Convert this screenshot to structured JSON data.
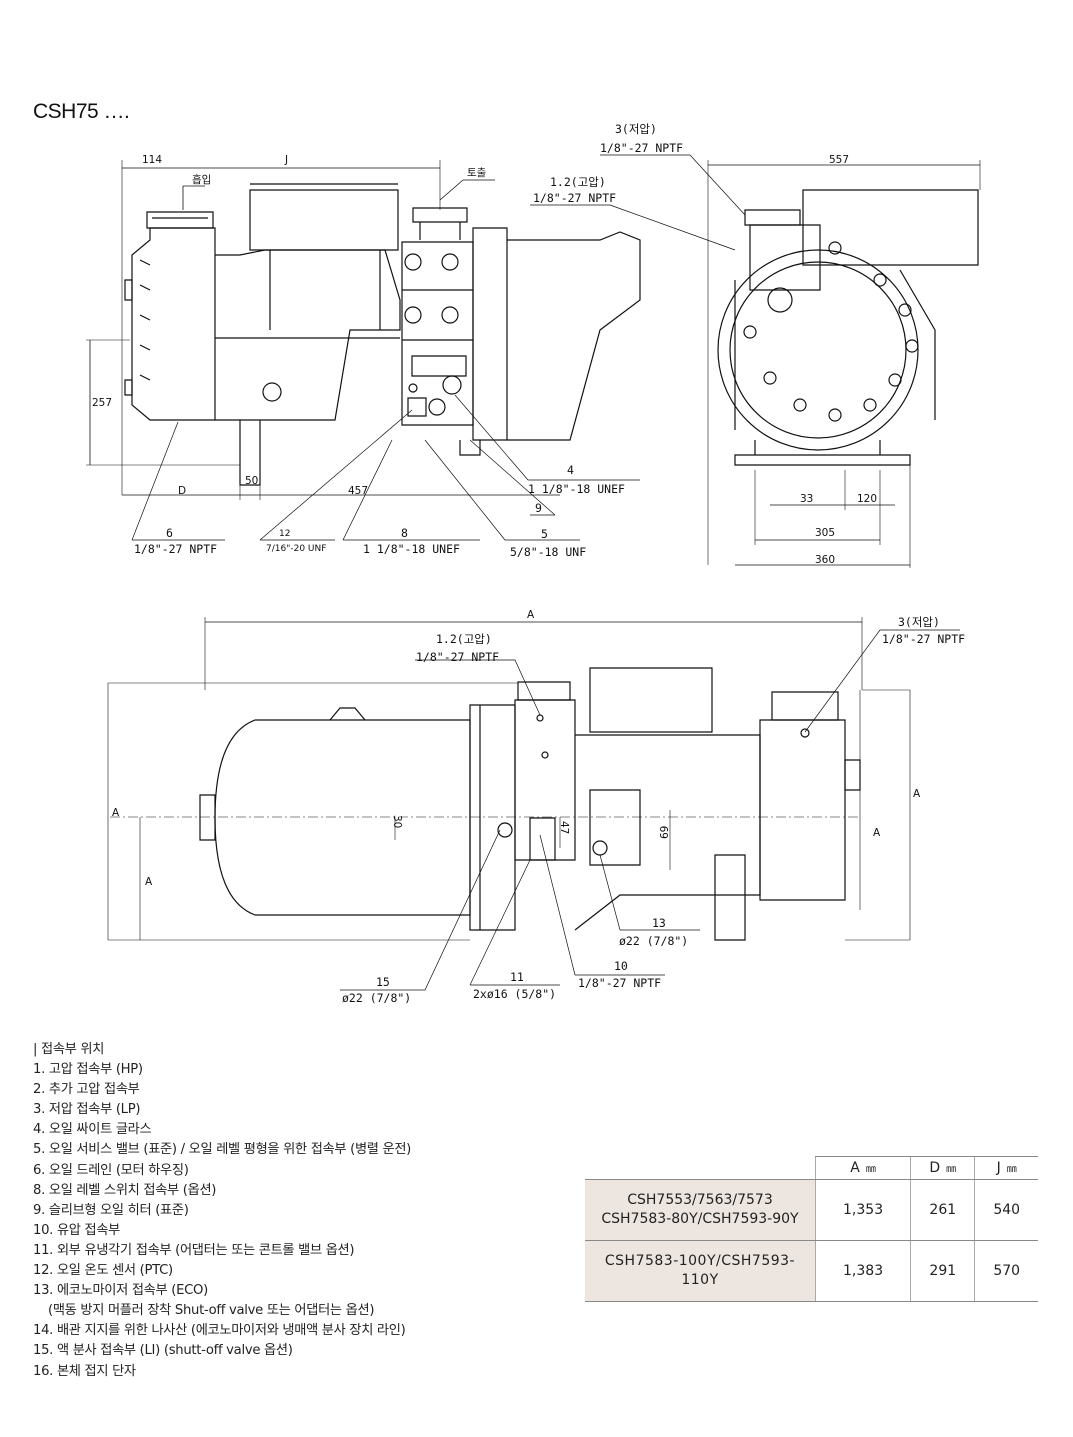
{
  "title": "CSH75 ….",
  "top_view_labels": {
    "dim_114": "114",
    "dim_J": "J",
    "suction": "흡입",
    "discharge": "토출",
    "dim_257": "257",
    "dim_50": "50",
    "dim_D": "D",
    "dim_457": "457",
    "c3_num": "3(저압)",
    "c3_thread": "1/8\"-27 NPTF",
    "c12_num": "1.2(고압)",
    "c12_thread": "1/8\"-27 NPTF",
    "c4_num": "4",
    "c4_thread": "1 1/8\"-18 UNEF",
    "c9_num": "9",
    "c5_num": "5",
    "c5_thread": "5/8\"-18 UNF",
    "c6_num": "6",
    "c6_thread": "1/8\"-27 NPTF",
    "c12b_num": "12",
    "c12b_thread": "7/16\"-20 UNF",
    "c8_num": "8",
    "c8_thread": "1 1/8\"-18 UNEF",
    "dim_557": "557",
    "dim_33": "33",
    "dim_120": "120",
    "dim_305": "305",
    "dim_360": "360"
  },
  "bottom_view_labels": {
    "dim_A_top": "A",
    "c12_num": "1.2(고압)",
    "c12_thread": "1/8\"-27 NPTF",
    "c3_num": "3(저압)",
    "c3_thread": "1/8\"-27 NPTF",
    "dim_A_left": "A",
    "dim_A_left2": "A",
    "dim_A_right": "A",
    "dim_A_right2": "A",
    "dim_30": "30",
    "dim_47": "47",
    "dim_69": "69",
    "c13_num": "13",
    "c13_size": "ø22 (7/8\")",
    "c15_num": "15",
    "c15_size": "ø22 (7/8\")",
    "c11_num": "11",
    "c11_size": "2xø16 (5/8\")",
    "c10_num": "10",
    "c10_thread": "1/8\"-27 NPTF"
  },
  "legend": {
    "heading": "| 접속부 위치",
    "items": [
      "1. 고압 접속부 (HP)",
      "2. 추가 고압 접속부",
      "3. 저압 접속부 (LP)",
      "4. 오일 싸이트 글라스",
      "5. 오일 서비스 밸브 (표준) / 오일 레벨 평형을 위한 접속부 (병렬 운전)",
      "6. 오일 드레인 (모터 하우징)",
      "8. 오일 레벨 스위치 접속부 (옵션)",
      "9. 슬리브형 오일 히터 (표준)",
      "10. 유압 접속부",
      "11. 외부 유냉각기 접속부 (어댑터는 또는 콘트롤 밸브 옵션)",
      "12. 오일 온도 센서 (PTC)",
      "13. 에코노마이저 접속부 (ECO)"
    ],
    "item13_note": "(맥동 방지 머플러 장착 Shut-off valve 또는 어댑터는 옵션)",
    "items_after": [
      "14. 배관 지지를 위한 나사산 (에코노마이저와 냉매액 분사 장치 라인)",
      "15. 액 분사 접속부 (LI) (shutt-off valve 옵션)",
      "16. 본체 접지 단자"
    ]
  },
  "spec_table": {
    "headers": [
      {
        "label": "A",
        "unit": "㎜"
      },
      {
        "label": "D",
        "unit": "㎜"
      },
      {
        "label": "J",
        "unit": "㎜"
      }
    ],
    "rows": [
      {
        "model_line1": "CSH7553/7563/7573",
        "model_line2": "CSH7583-80Y/CSH7593-90Y",
        "A": "1,353",
        "D": "261",
        "J": "540"
      },
      {
        "model_line1": "CSH7583-100Y/CSH7593-",
        "model_line2": "110Y",
        "A": "1,383",
        "D": "291",
        "J": "570"
      }
    ]
  }
}
